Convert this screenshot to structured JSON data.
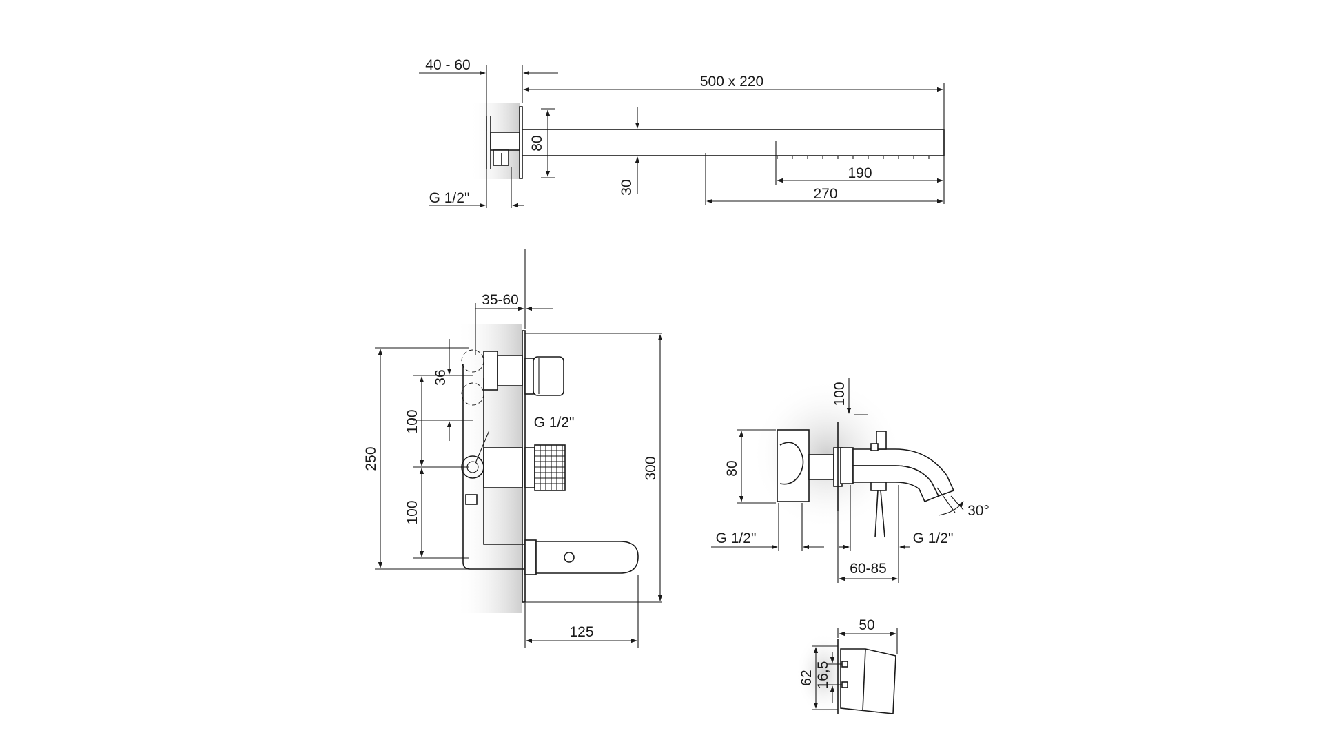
{
  "dimensions": {
    "arm_depth": "40 - 60",
    "arm_length": "500 x 220",
    "flange_height": "80",
    "head_thickness": "30",
    "spray_zone": "190",
    "spray_offset": "270",
    "arm_thread": "G 1/2\"",
    "valve_depth": "35-60",
    "port_spacing": "36",
    "valve_thread": "G 1/2\"",
    "spacing_top": "100",
    "spacing_bottom": "100",
    "body_height": "250",
    "plate_height": "300",
    "plate_width": "125",
    "spout_clearance": "100",
    "spout_body_height": "80",
    "spout_inlet_thread": "G 1/2\"",
    "spout_outlet_thread": "G 1/2\"",
    "spout_angle": "30°",
    "spout_depth": "60-85",
    "holder_width": "50",
    "holder_height": "62",
    "holder_hole_spacing": "16,5"
  },
  "colors": {
    "line": "#1a1a1a",
    "shadow": "#cfcfcf",
    "background": "#ffffff"
  }
}
